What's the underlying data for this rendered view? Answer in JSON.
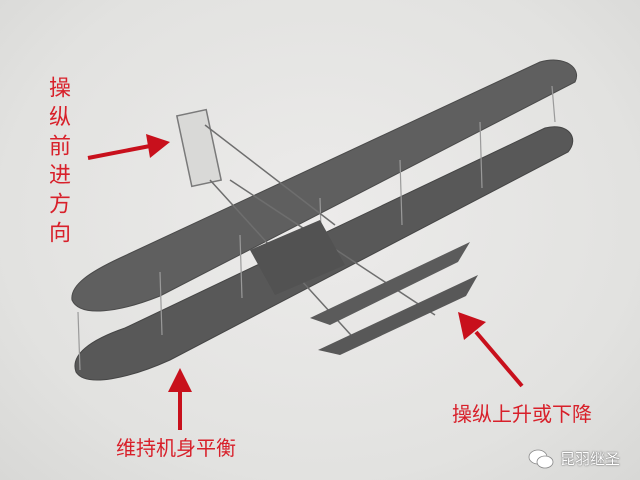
{
  "image": {
    "subject": "Wright Flyer biplane photographed from below in flight",
    "colors": {
      "annotation_red": "#d8202a",
      "wing_gray": "#5e5e5e",
      "background": "#e6e6e4"
    }
  },
  "annotations": {
    "front_rudder": "操纵前进方向",
    "wing_balance": "维持机身平衡",
    "elevator": "操纵上升或下降"
  },
  "watermark": {
    "icon": "wechat-icon",
    "text": "昆羽继圣"
  }
}
